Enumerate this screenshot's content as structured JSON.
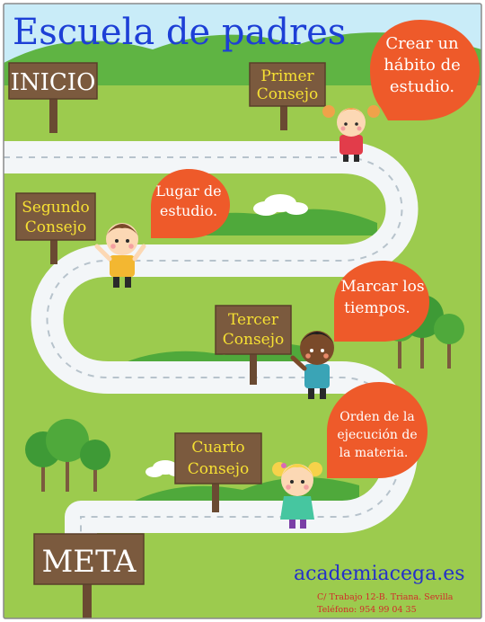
{
  "title": "Escuela de padres",
  "signs": {
    "start": "INICIO",
    "first": [
      "Primer",
      "Consejo"
    ],
    "second": [
      "Segundo",
      "Consejo"
    ],
    "third": [
      "Tercer",
      "Consejo"
    ],
    "fourth": [
      "Cuarto",
      "Consejo"
    ],
    "finish": "META"
  },
  "bubbles": {
    "first": [
      "Crear un",
      "hábito de",
      "estudio."
    ],
    "second": [
      "Lugar de",
      "estudio."
    ],
    "third": [
      "Marcar los",
      "tiempos."
    ],
    "fourth": [
      "Orden de la",
      "ejecución de",
      "la materia."
    ]
  },
  "footer": {
    "brand": "academiacega.es",
    "address": "C/ Trabajo 12-B. Triana. Sevilla",
    "phone": "Teléfono: 954 99 04 35"
  },
  "colors": {
    "sky": "#c9ecf8",
    "grass": "#9ccb4e",
    "hill": "#4fa93b",
    "road": "#f3f6f8",
    "sign": "#7b5a3e",
    "bubble": "#ee5a2a",
    "title": "#1d3fd6",
    "brand": "#2430c9",
    "footer_text": "#d22a2a",
    "sign_text_yellow": "#f6e033",
    "sign_text_white": "#ffffff"
  }
}
